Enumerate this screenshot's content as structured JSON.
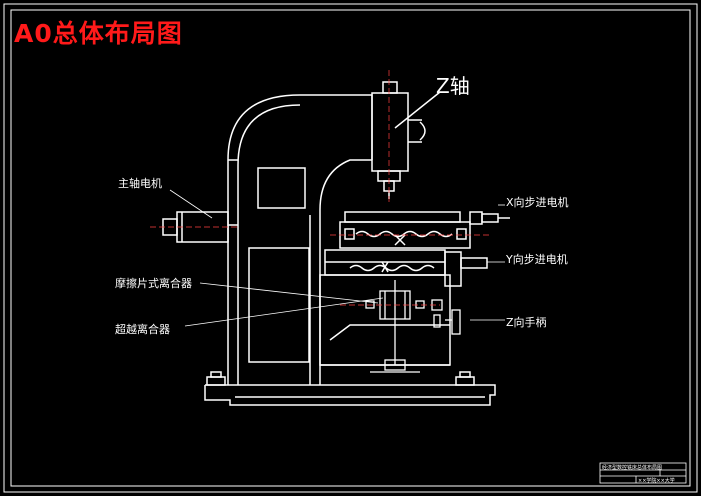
{
  "title": "A0总体布局图",
  "labels": {
    "z_axis": "Z轴",
    "spindle_motor": "主轴电机",
    "x_motor": "X向步进电机",
    "y_motor": "Y向步进电机",
    "friction_clutch": "摩擦片式离合器",
    "overrun_clutch": "超越离合器",
    "z_handwheel": "Z向手柄"
  },
  "title_block": {
    "drawing_name": "经济型数控铣床总体布局图",
    "school": "××学院××大学"
  },
  "colors": {
    "background": "#000000",
    "lines": "#ffffff",
    "title": "#ff1a1a",
    "centerline": "#ff4040",
    "table": "#ffffff"
  }
}
